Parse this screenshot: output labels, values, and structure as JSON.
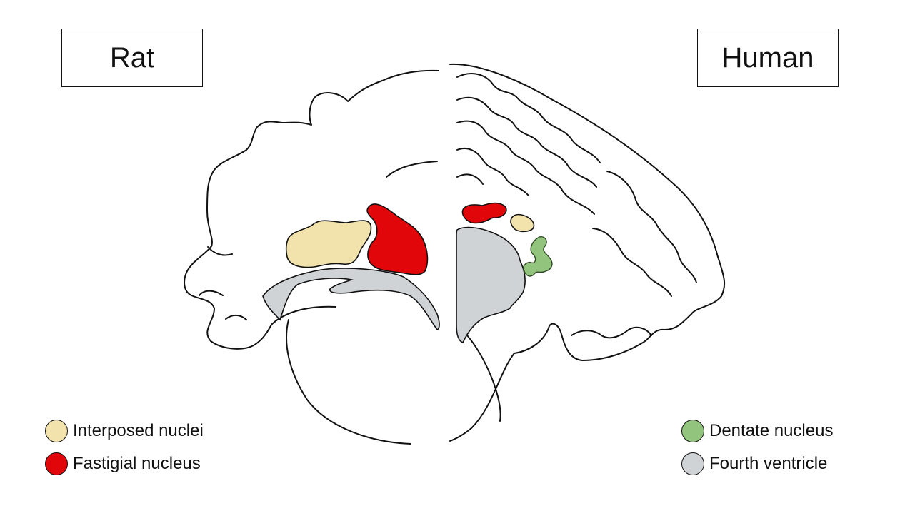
{
  "panels": {
    "left_title": "Rat",
    "right_title": "Human"
  },
  "legend_left": [
    {
      "label": "Interposed nuclei",
      "color": "#f2e3ad"
    },
    {
      "label": "Fastigial nucleus",
      "color": "#e0060a"
    }
  ],
  "legend_right": [
    {
      "label": "Dentate nucleus",
      "color": "#93c47d"
    },
    {
      "label": "Fourth ventricle",
      "color": "#d0d3d6"
    }
  ],
  "colors": {
    "outline": "#111111",
    "interposed": "#f2e3ad",
    "fastigial": "#e0060a",
    "dentate": "#93c47d",
    "ventricle": "#d0d3d6"
  }
}
